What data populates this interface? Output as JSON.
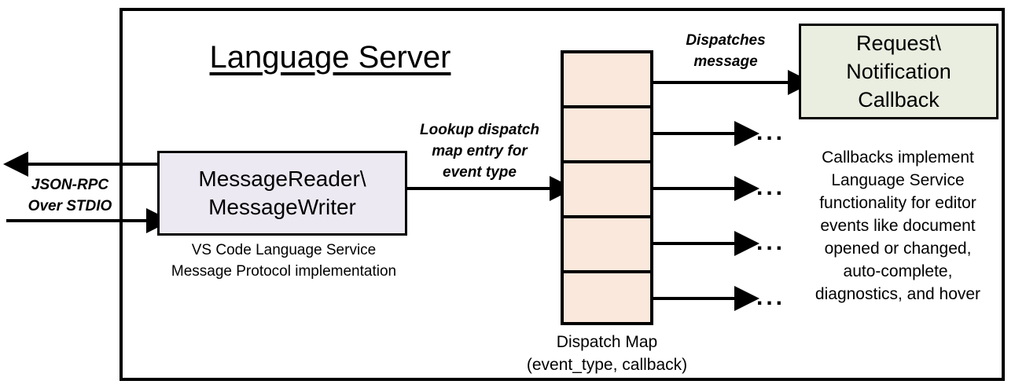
{
  "diagram": {
    "title": "Language Server",
    "frame_label": "language-server-boundary",
    "colors": {
      "message_box_fill": "#ece9f2",
      "dispatch_map_fill": "#fbe8dc",
      "callback_box_fill": "#e9eee0",
      "stroke": "#000000",
      "background": "#ffffff"
    },
    "nodes": {
      "message_io": {
        "label_line1": "MessageReader\\",
        "label_line2": "MessageWriter",
        "caption_line1": "VS Code Language Service",
        "caption_line2": "Message Protocol implementation"
      },
      "dispatch_map": {
        "caption_line1": "Dispatch Map",
        "caption_line2": "(event_type, callback)",
        "row_count": 5,
        "rows": [
          {
            "id": "dispatch-row-1",
            "has_entry_dot": true
          },
          {
            "id": "dispatch-row-2",
            "has_entry_dot": true
          },
          {
            "id": "dispatch-row-3",
            "has_entry_dot": true
          },
          {
            "id": "dispatch-row-4",
            "has_entry_dot": true
          },
          {
            "id": "dispatch-row-5",
            "has_entry_dot": true
          }
        ]
      },
      "callback": {
        "label_line1": "Request\\",
        "label_line2": "Notification",
        "label_line3": "Callback",
        "caption": "Callbacks implement Language Service functionality for editor events like document opened or changed, auto-complete, diagnostics, and hover",
        "caption_lines": [
          "Callbacks implement",
          "Language Service",
          "functionality for editor",
          "events like document",
          "opened or changed,",
          "auto-complete,",
          "diagnostics, and hover"
        ]
      }
    },
    "edges": {
      "external_io": {
        "label_line1": "JSON-RPC",
        "label_line2": "Over STDIO",
        "outbound_direction": "left",
        "inbound_direction": "right"
      },
      "lookup": {
        "label_line1": "Lookup dispatch",
        "label_line2": "map entry for",
        "label_line3": "event type"
      },
      "dispatch": {
        "label_line1": "Dispatches",
        "label_line2": "message"
      },
      "ellipsis": "..."
    }
  }
}
